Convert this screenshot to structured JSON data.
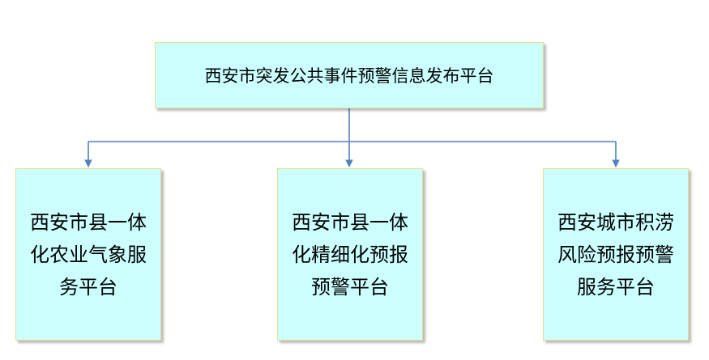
{
  "root": {
    "label": "西安市突发公共事件预警信息发布平台"
  },
  "children": [
    {
      "label": "西安市县一体\n化农业气象服\n务平台"
    },
    {
      "label": "西安市县一体\n化精细化预报\n预警平台"
    },
    {
      "label": "西安城市积涝\n风险预报预警\n服务平台"
    }
  ],
  "colors": {
    "box_fill": "#ccffff",
    "box_border": "#e6dd8c",
    "connector": "#4f81bd"
  }
}
